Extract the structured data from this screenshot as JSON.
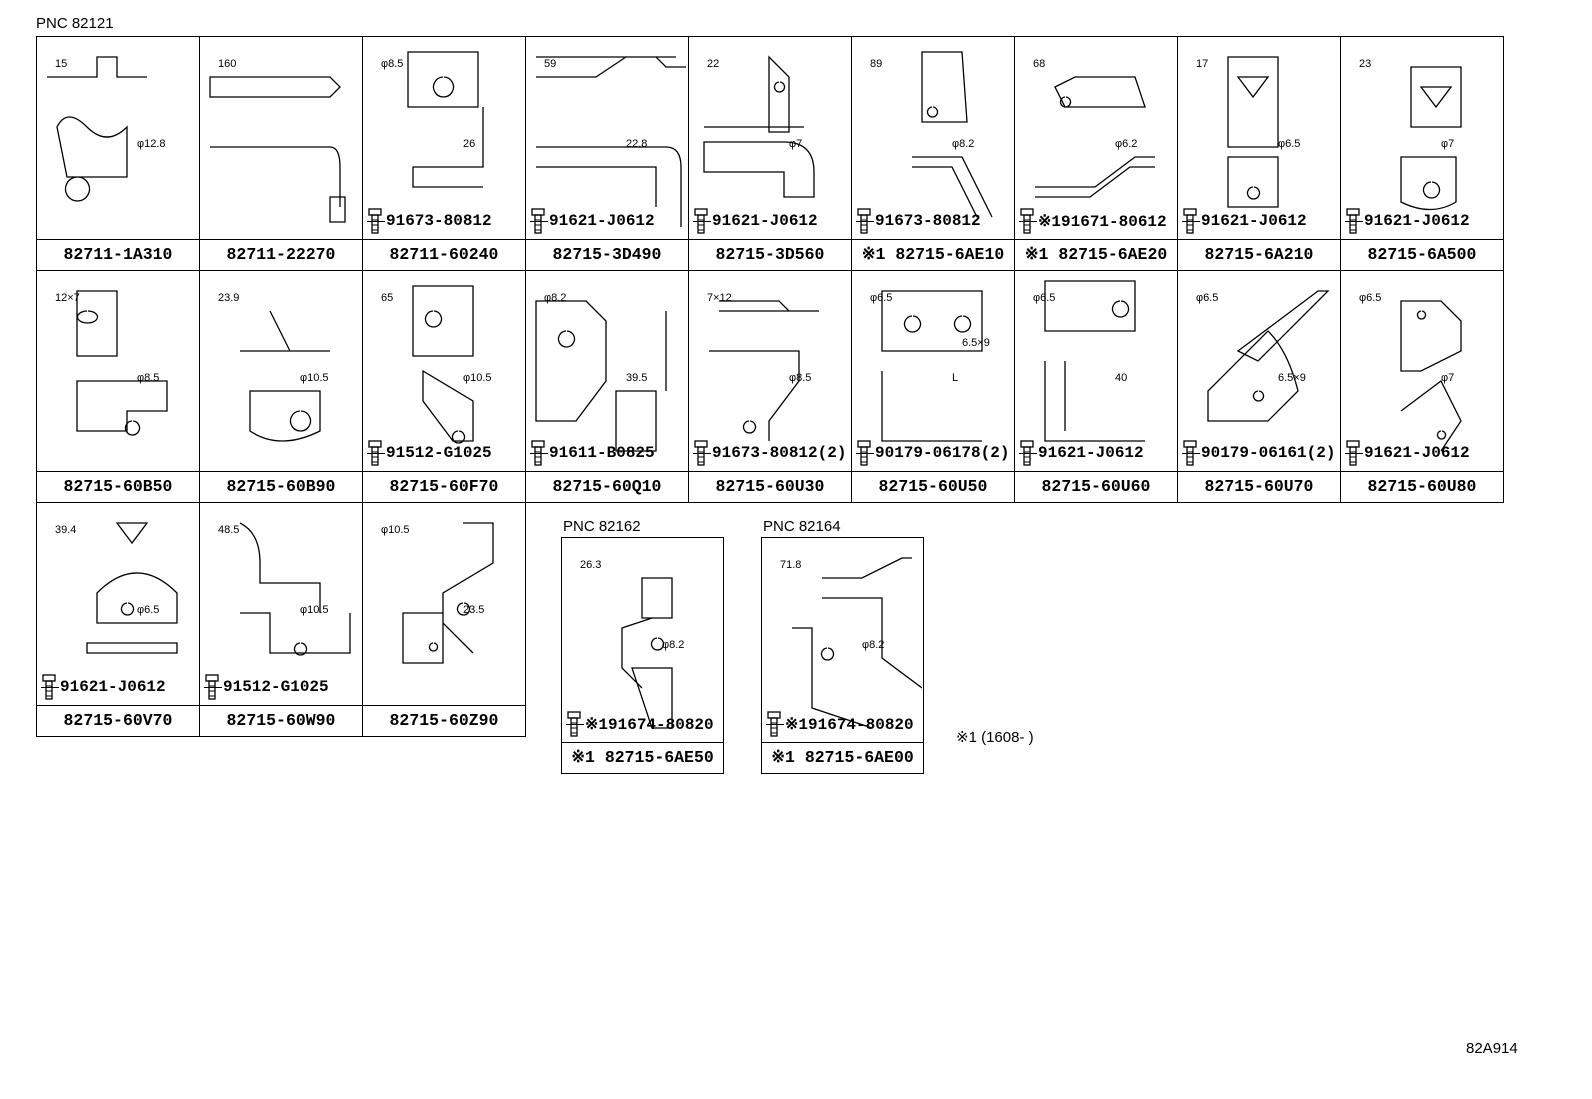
{
  "pnc_main": "PNC 82121",
  "pnc_b": "PNC 82162",
  "pnc_c": "PNC 82164",
  "footnote": "※1 (1608-      )",
  "diagram_id": "82A914",
  "rows": [
    [
      {
        "part": "82711-1A310",
        "bolt": "",
        "dims": [
          "15",
          "φ12.8"
        ]
      },
      {
        "part": "82711-22270",
        "bolt": "",
        "dims": [
          "160"
        ]
      },
      {
        "part": "82711-60240",
        "bolt": "91673-80812",
        "dims": [
          "φ8.5",
          "26"
        ]
      },
      {
        "part": "82715-3D490",
        "bolt": "91621-J0612",
        "dims": [
          "59",
          "22.8"
        ]
      },
      {
        "part": "82715-3D560",
        "bolt": "91621-J0612",
        "dims": [
          "22",
          "φ7"
        ]
      },
      {
        "part": "※1 82715-6AE10",
        "bolt": "91673-80812",
        "dims": [
          "89",
          "φ8.2"
        ]
      },
      {
        "part": "※1 82715-6AE20",
        "bolt": "※191671-80612",
        "dims": [
          "68",
          "φ6.2"
        ]
      },
      {
        "part": "82715-6A210",
        "bolt": "91621-J0612",
        "dims": [
          "17",
          "φ6.5"
        ]
      },
      {
        "part": "82715-6A500",
        "bolt": "91621-J0612",
        "dims": [
          "23",
          "φ7"
        ]
      }
    ],
    [
      {
        "part": "82715-60B50",
        "bolt": "",
        "dims": [
          "12×7",
          "φ8.5"
        ]
      },
      {
        "part": "82715-60B90",
        "bolt": "",
        "dims": [
          "23.9",
          "φ10.5"
        ]
      },
      {
        "part": "82715-60F70",
        "bolt": "91512-G1025",
        "dims": [
          "65",
          "φ10.5"
        ]
      },
      {
        "part": "82715-60Q10",
        "bolt": "91611-B0825",
        "dims": [
          "φ8.2",
          "39.5"
        ]
      },
      {
        "part": "82715-60U30",
        "bolt": "91673-80812(2)",
        "dims": [
          "7×12",
          "φ8.5"
        ]
      },
      {
        "part": "82715-60U50",
        "bolt": "90179-06178(2)",
        "dims": [
          "φ6.5",
          "L",
          "6.5×9"
        ]
      },
      {
        "part": "82715-60U60",
        "bolt": "91621-J0612",
        "dims": [
          "φ6.5",
          "40"
        ]
      },
      {
        "part": "82715-60U70",
        "bolt": "90179-06161(2)",
        "dims": [
          "φ6.5",
          "6.5×9"
        ]
      },
      {
        "part": "82715-60U80",
        "bolt": "91621-J0612",
        "dims": [
          "φ6.5",
          "φ7"
        ]
      }
    ],
    [
      {
        "part": "82715-60V70",
        "bolt": "91621-J0612",
        "dims": [
          "39.4",
          "φ6.5"
        ]
      },
      {
        "part": "82715-60W90",
        "bolt": "91512-G1025",
        "dims": [
          "48.5",
          "φ10.5"
        ]
      },
      {
        "part": "82715-60Z90",
        "bolt": "",
        "dims": [
          "φ10.5",
          "23.5"
        ]
      }
    ]
  ],
  "box_b": {
    "part": "※1 82715-6AE50",
    "bolt": "※191674-80820",
    "dims": [
      "26.3",
      "φ8.2"
    ]
  },
  "box_c": {
    "part": "※1 82715-6AE00",
    "bolt": "※191674-80820",
    "dims": [
      "71.8",
      "φ8.2"
    ]
  }
}
